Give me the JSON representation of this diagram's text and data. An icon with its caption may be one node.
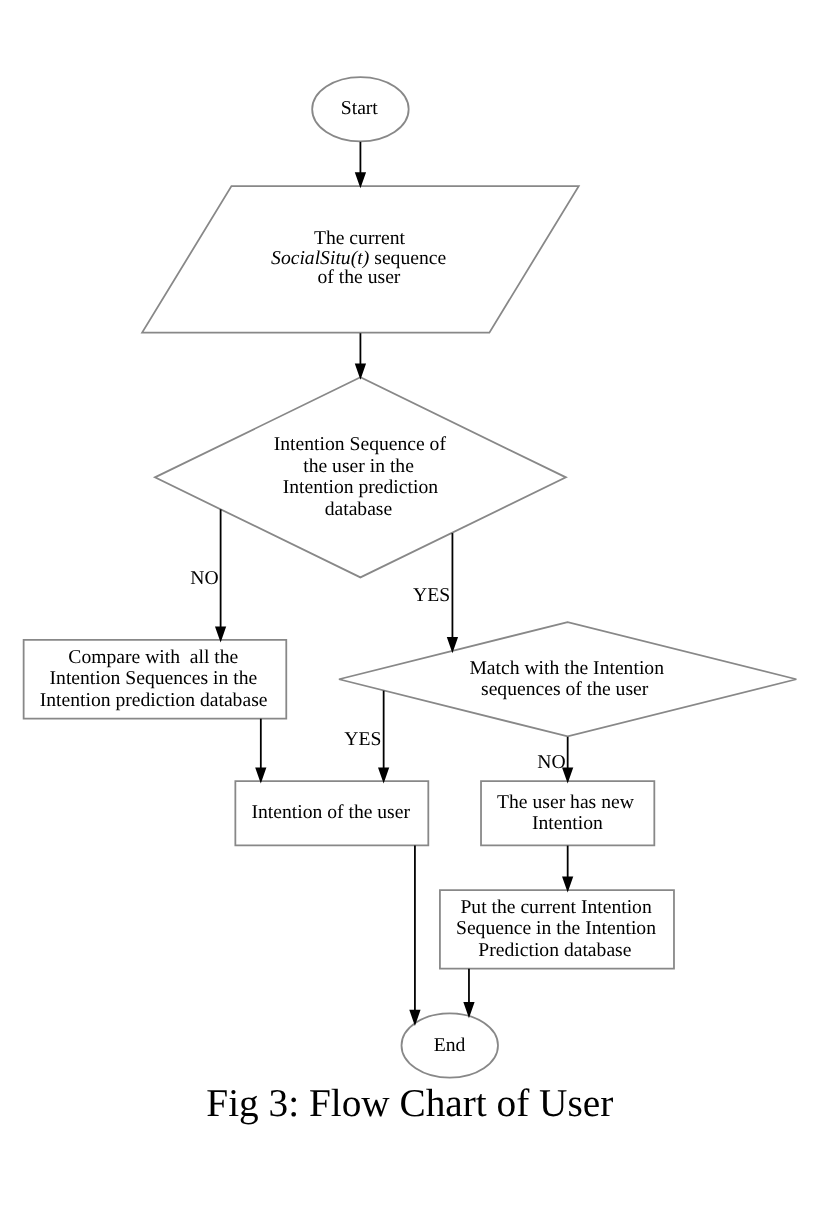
{
  "diagram": {
    "caption": "Fig 3: Flow Chart of User",
    "nodes": [
      {
        "text": [
          "Start"
        ]
      },
      {
        "text": [
          "The current *SocialSitu(t)* sequence of the user"
        ]
      },
      {
        "text": [
          "Intention Sequence of the user in the Intention prediction database"
        ]
      },
      {
        "text": [
          "Compare with  all the Intention Sequences in the Intention prediction database"
        ]
      },
      {
        "text": [
          "Match with the Intention sequences of the user"
        ]
      },
      {
        "text": [
          "Intention of the user"
        ]
      },
      {
        "text": [
          "The user has new Intention"
        ]
      },
      {
        "text": [
          "Put the current Intention Sequence in the Intention Prediction database"
        ]
      },
      {
        "text": [
          "End"
        ]
      }
    ],
    "edges": [
      {
        "from": 0,
        "to": 1,
        "arrow": "to"
      },
      {
        "from": 1,
        "to": 2,
        "arrow": "to"
      },
      {
        "from": 2,
        "to": 3,
        "arrow": "to",
        "label": "NO"
      },
      {
        "from": 2,
        "to": 4,
        "arrow": "to",
        "label": "YES"
      },
      {
        "from": 3,
        "to": 5,
        "arrow": "to"
      },
      {
        "from": 4,
        "to": 5,
        "arrow": "to",
        "label": "YES"
      },
      {
        "from": 4,
        "to": 6,
        "arrow": "to",
        "label": "NO"
      },
      {
        "from": 5,
        "to": 8,
        "arrow": "to"
      },
      {
        "from": 6,
        "to": 7,
        "arrow": "to"
      },
      {
        "from": 7,
        "to": 8,
        "arrow": "to"
      }
    ]
  }
}
